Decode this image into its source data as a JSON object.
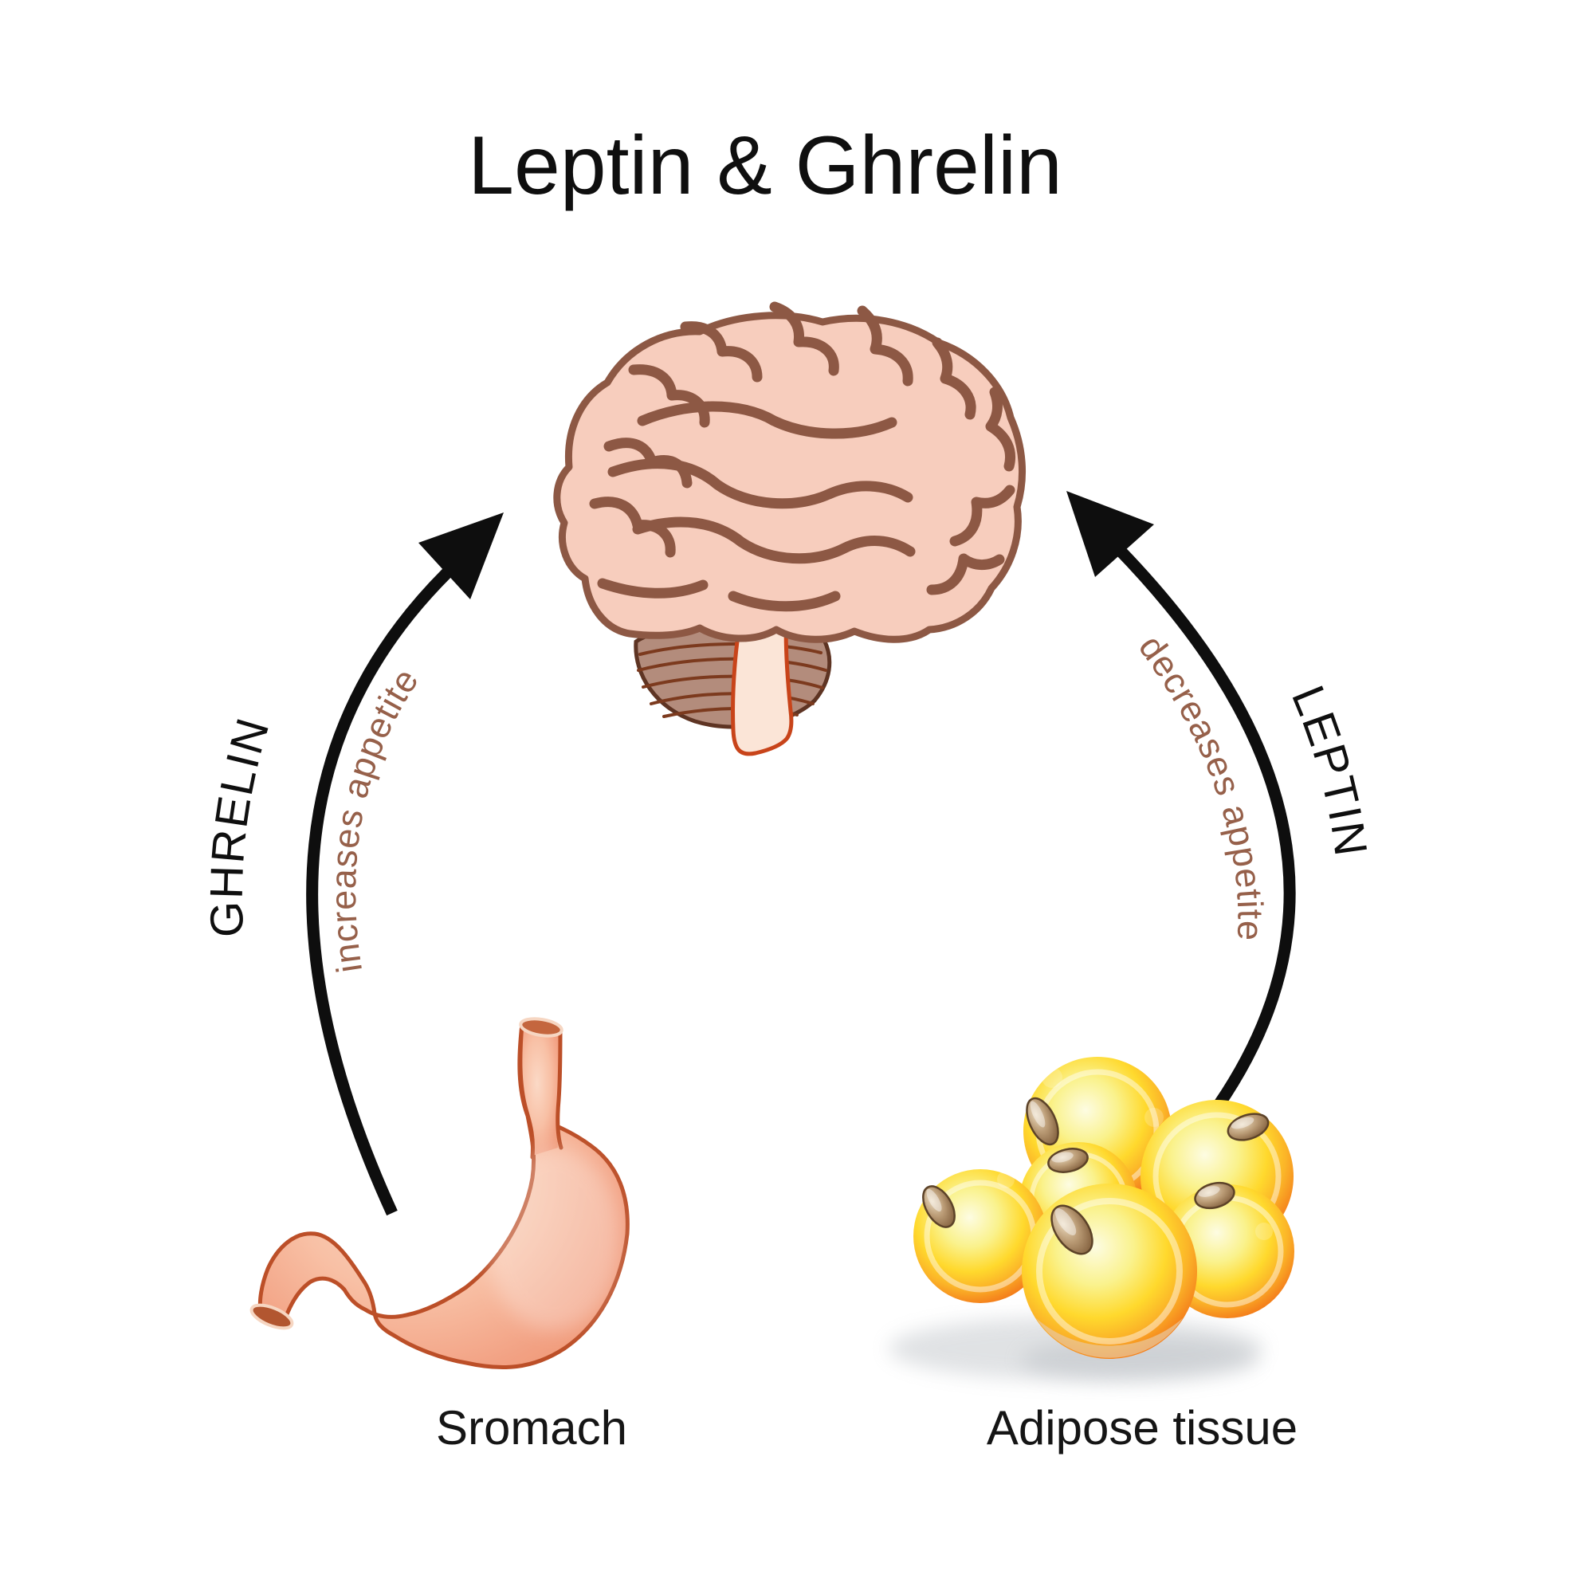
{
  "title": "Leptin & Ghrelin",
  "pathways": {
    "ghrelin": {
      "hormone": "GHRELIN",
      "effect": "increases appetite",
      "source_label": "Sromach",
      "target": "brain",
      "arrow_color": "#0e0e0e"
    },
    "leptin": {
      "hormone": "LEPTIN",
      "effect": "decreases appetite",
      "source_label": "Adipose tissue",
      "target": "brain",
      "arrow_color": "#0e0e0e"
    }
  },
  "illustrations": {
    "brain": "brain-icon",
    "stomach": "stomach-icon",
    "adipose": "adipose-tissue-icon"
  },
  "colors": {
    "background": "#ffffff",
    "title_text": "#0f0f0f",
    "hormone_text": "#0f0f0f",
    "effect_text": "#96604a",
    "arrow": "#0e0e0e",
    "brain_fill": "#f7cdbd",
    "brain_lines": "#8d5844",
    "cerebellum_fill": "#b38c7c",
    "cerebellum_lines": "#7c3a1e",
    "brainstem_fill": "#fbe5d7",
    "brainstem_outline": "#c8441a",
    "stomach_fill": "#f2a183",
    "stomach_outline": "#bc4f28",
    "fat_cell_rim": "#ee6008",
    "fat_cell_core": "#ffd72b",
    "nucleus": "#8a6845"
  }
}
